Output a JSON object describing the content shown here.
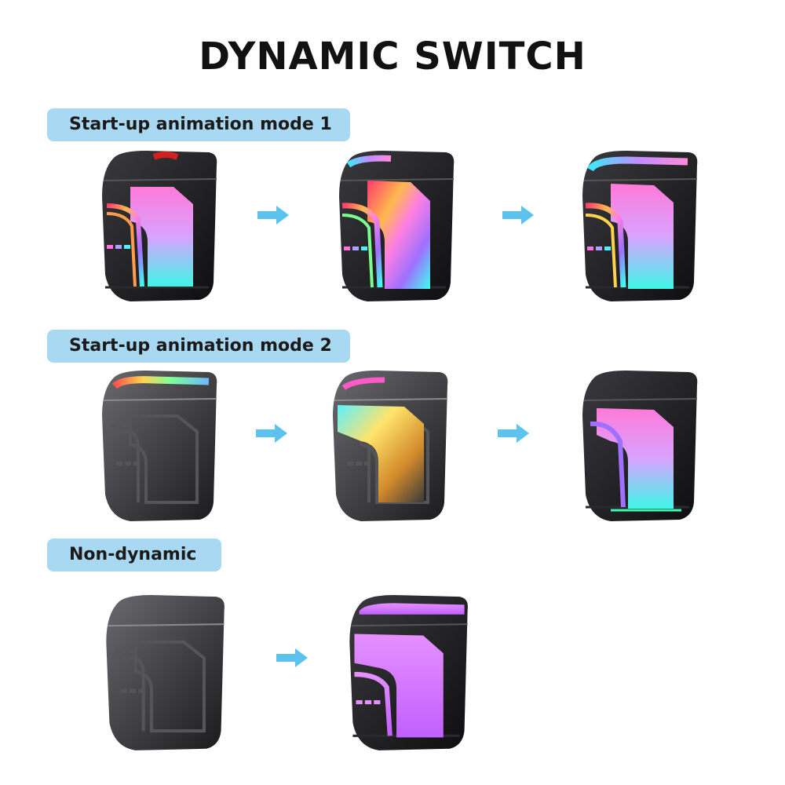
{
  "title": "DYNAMIC SWITCH",
  "sections": [
    {
      "label": "Start-up animation mode 1"
    },
    {
      "label": "Start-up animation mode 2"
    },
    {
      "label": "Non-dynamic"
    }
  ],
  "colors": {
    "label_bg": "#a9d9f2",
    "arrow": "#5cc3ef",
    "lamp_body": "#1c1c1e",
    "purple_glow": "#d680ff"
  },
  "icons": [
    "right-arrow-icon",
    "tail-light-icon"
  ]
}
